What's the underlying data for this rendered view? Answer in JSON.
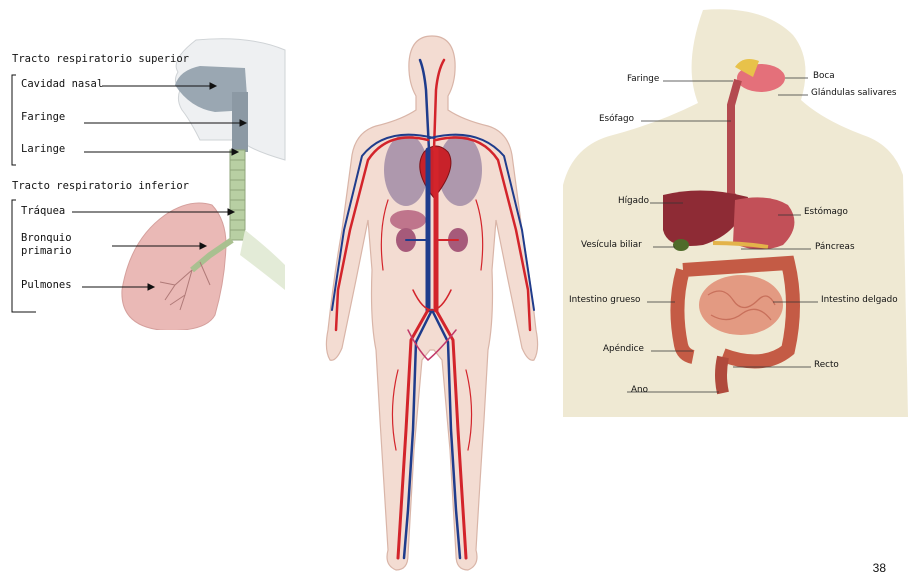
{
  "respiratory": {
    "upper_title": "Tracto respiratorio superior",
    "upper_items": [
      "Cavidad nasal",
      "Faringe",
      "Laringe"
    ],
    "lower_title": "Tracto respiratorio inferior",
    "lower_items": [
      "Tráquea",
      "Bronquio\nprimario",
      "Pulmones"
    ]
  },
  "digestive": {
    "labels_left": [
      "Faringe",
      "Esófago",
      "Hígado",
      "Vesícula biliar",
      "Intestino grueso",
      "Apéndice",
      "Ano"
    ],
    "labels_right": [
      "Boca",
      "Glándulas salivares",
      "Estómago",
      "Páncreas",
      "Intestino delgado",
      "Recto"
    ]
  },
  "page": {
    "number": "38"
  },
  "colors": {
    "artery": "#d3242b",
    "vein": "#1f3c8c",
    "skin": "#f3dcd2",
    "lung": "#eab9b6",
    "stomach": "#b5434a",
    "intestine": "#d7866a"
  }
}
